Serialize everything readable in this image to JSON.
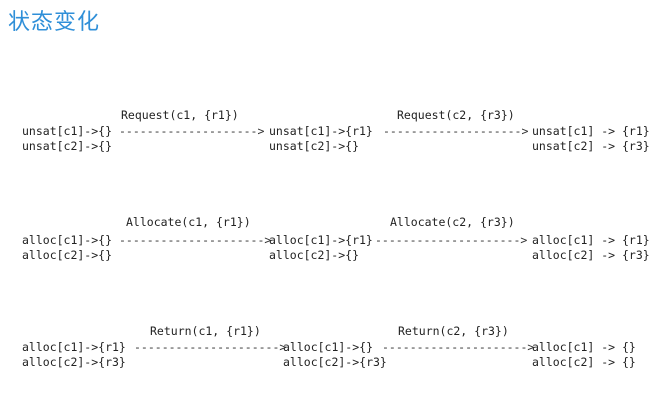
{
  "title": "状态变化",
  "rows": [
    {
      "labels": [
        "Request(c1, {r1})",
        "Request(c2, {r3})"
      ],
      "states": [
        [
          "unsat[c1]->{}",
          "unsat[c2]->{}"
        ],
        [
          "unsat[c1]->{r1}",
          "unsat[c2]->{}"
        ],
        [
          "unsat[c1] -> {r1}",
          "unsat[c2] -> {r3}"
        ]
      ],
      "arrows": [
        "-------------------->",
        "-------------------->"
      ]
    },
    {
      "labels": [
        "Allocate(c1, {r1})",
        "Allocate(c2, {r3})"
      ],
      "states": [
        [
          "alloc[c1]->{}",
          "alloc[c2]->{}"
        ],
        [
          "alloc[c1]->{r1}",
          "alloc[c2]->{}"
        ],
        [
          "alloc[c1] -> {r1}",
          "alloc[c2] -> {r3}"
        ]
      ],
      "arrows": [
        "--------------------->",
        "--------------------->"
      ]
    },
    {
      "labels": [
        "Return(c1, {r1})",
        "Return(c2, {r3})"
      ],
      "states": [
        [
          "alloc[c1]->{r1}",
          "alloc[c2]->{r3}"
        ],
        [
          "alloc[c1]->{}",
          "alloc[c2]->{r3}"
        ],
        [
          "alloc[c1] -> {}",
          "alloc[c2] -> {}"
        ]
      ],
      "arrows": [
        "--------------------->",
        "--------------------->"
      ]
    }
  ]
}
